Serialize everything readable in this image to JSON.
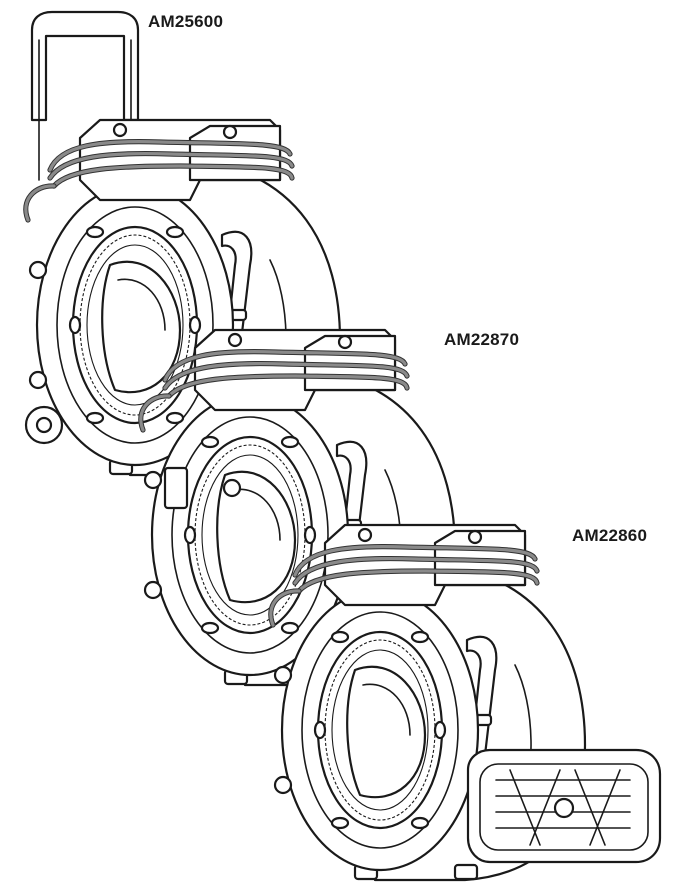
{
  "models": [
    {
      "label": "AM25600"
    },
    {
      "label": "AM22870"
    },
    {
      "label": "AM22860"
    }
  ]
}
